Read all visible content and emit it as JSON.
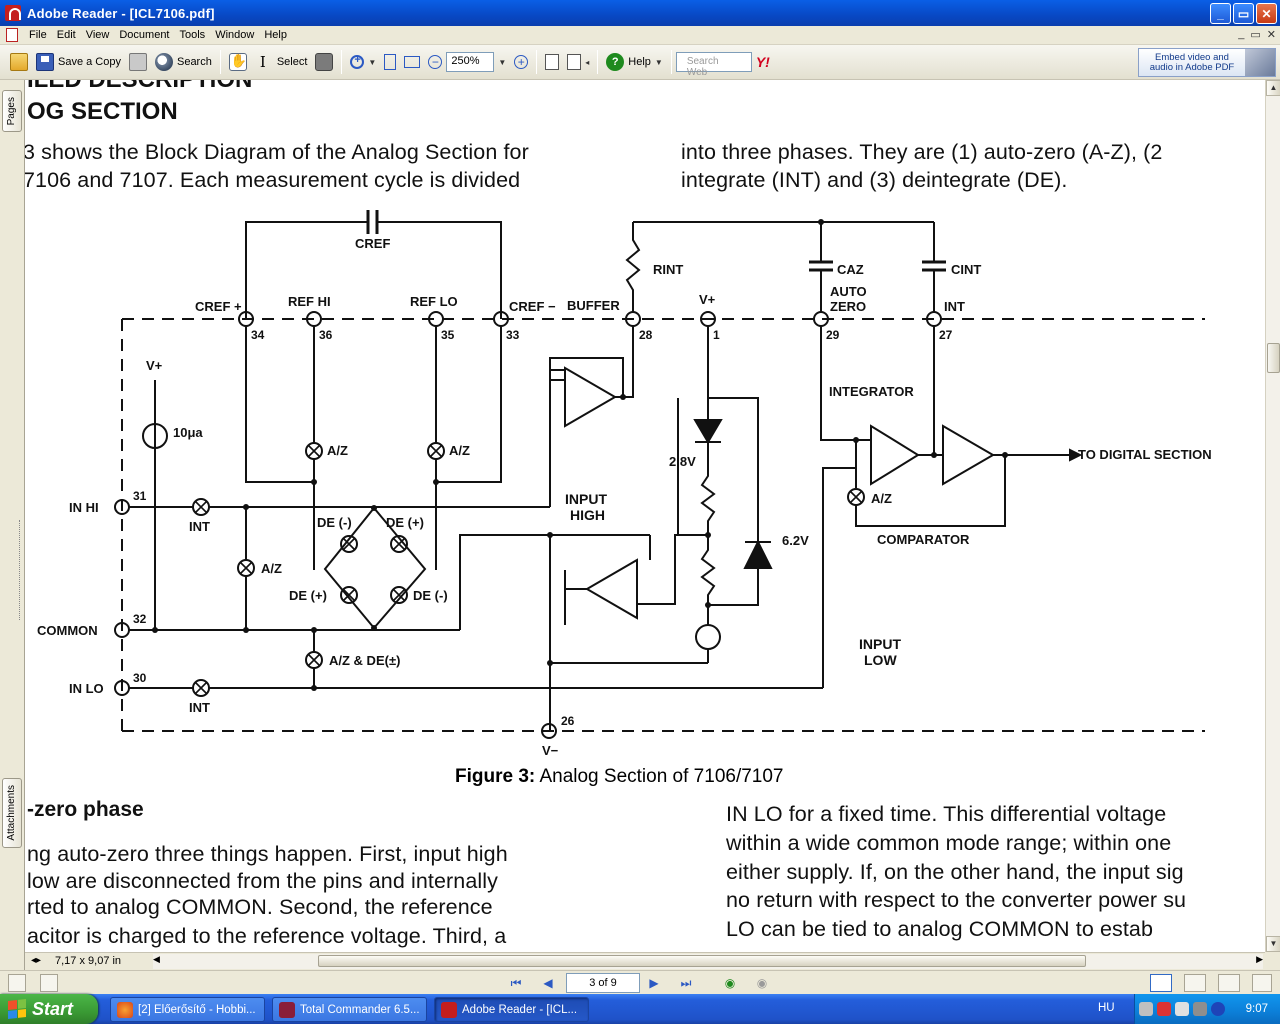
{
  "window": {
    "title": "Adobe Reader - [ICL7106.pdf]",
    "minimize": "_",
    "maximize": "▭",
    "close": "✕"
  },
  "menu": {
    "items": [
      "File",
      "Edit",
      "View",
      "Document",
      "Tools",
      "Window",
      "Help"
    ],
    "mdi_min": "_",
    "mdi_restore": "▭",
    "mdi_close": "✕"
  },
  "toolbar": {
    "save_copy": "Save a Copy",
    "search": "Search",
    "select": "Select",
    "zoom": "250%",
    "help": "Help",
    "search_web_placeholder": "Search Web",
    "yahoo": "Y!",
    "embed_line1": "Embed video and",
    "embed_line2": "audio in Adobe PDF"
  },
  "sidepane": {
    "pages_tab": "Pages",
    "attachments_tab": "Attachments"
  },
  "document": {
    "heading1": "ILED DESCRIPTION",
    "heading2": "OG SECTION",
    "para1_line1": "3 shows the Block Diagram of the Analog Section for",
    "para1_line2": " 7106 and 7107. Each measurement cycle is divided",
    "para1_right1": "into three phases. They are (1) auto-zero (A-Z), (2",
    "para1_right2": "integrate (INT) and (3) deintegrate (DE).",
    "caption_bold": "Figure 3:",
    "caption_rest": " Analog Section of 7106/7107",
    "heading3": "-zero phase",
    "para2_lines": [
      "ng auto-zero three things happen. First, input high",
      " low are disconnected from the pins and internally",
      "rted to analog COMMON. Second, the reference",
      "acitor is charged to the reference voltage. Third, a"
    ],
    "para3_lines": [
      "IN LO for a fixed time. This differential voltage",
      "within a wide common mode range; within one",
      "either supply. If, on the other hand, the input sig",
      "no return with respect to the converter power su",
      "LO can be tied to analog COMMON to estab"
    ]
  },
  "circuit": {
    "labels": {
      "cref": "CREF",
      "cref_plus": "CREF +",
      "ref_hi": "REF HI",
      "ref_lo": "REF LO",
      "cref_minus": "CREF −",
      "buffer": "BUFFER",
      "rint": "RINT",
      "vplus_top": "V+",
      "caz": "CAZ",
      "cint": "CINT",
      "auto": "AUTO",
      "zero": "ZERO",
      "int_pin": "INT",
      "integrator": "INTEGRATOR",
      "vplus_left": "V+",
      "current_src": "10μa",
      "az1": "A/Z",
      "az2": "A/Z",
      "v28": "2.8V",
      "to_digital": "TO DIGITAL SECTION",
      "in_hi": "IN HI",
      "int1": "INT",
      "de_minus_tl": "DE (-)",
      "de_plus_tr": "DE (+)",
      "input": "INPUT",
      "high": "HIGH",
      "az3": "A/Z",
      "az4": "A/Z",
      "comparator": "COMPARATOR",
      "v62": "6.2V",
      "de_plus_bl": "DE (+)",
      "de_minus_br": "DE (-)",
      "common": "COMMON",
      "az_de": "A/Z & DE(±)",
      "input_low1": "INPUT",
      "input_low2": "LOW",
      "in_lo": "IN LO",
      "int2": "INT",
      "vminus": "V−"
    },
    "pins": {
      "p34": "34",
      "p36": "36",
      "p35": "35",
      "p33": "33",
      "p28": "28",
      "p1": "1",
      "p29": "29",
      "p27": "27",
      "p31": "31",
      "p32": "32",
      "p30": "30",
      "p26": "26"
    }
  },
  "statusbar": {
    "page_size": "7,17 x 9,07 in"
  },
  "nav": {
    "page_indicator": "3 of 9"
  },
  "taskbar": {
    "start": "Start",
    "tasks": [
      "[2] Előerősítő - Hobbi...",
      "Total Commander 6.5...",
      "Adobe Reader - [ICL..."
    ],
    "language": "HU",
    "clock": "9:07"
  }
}
